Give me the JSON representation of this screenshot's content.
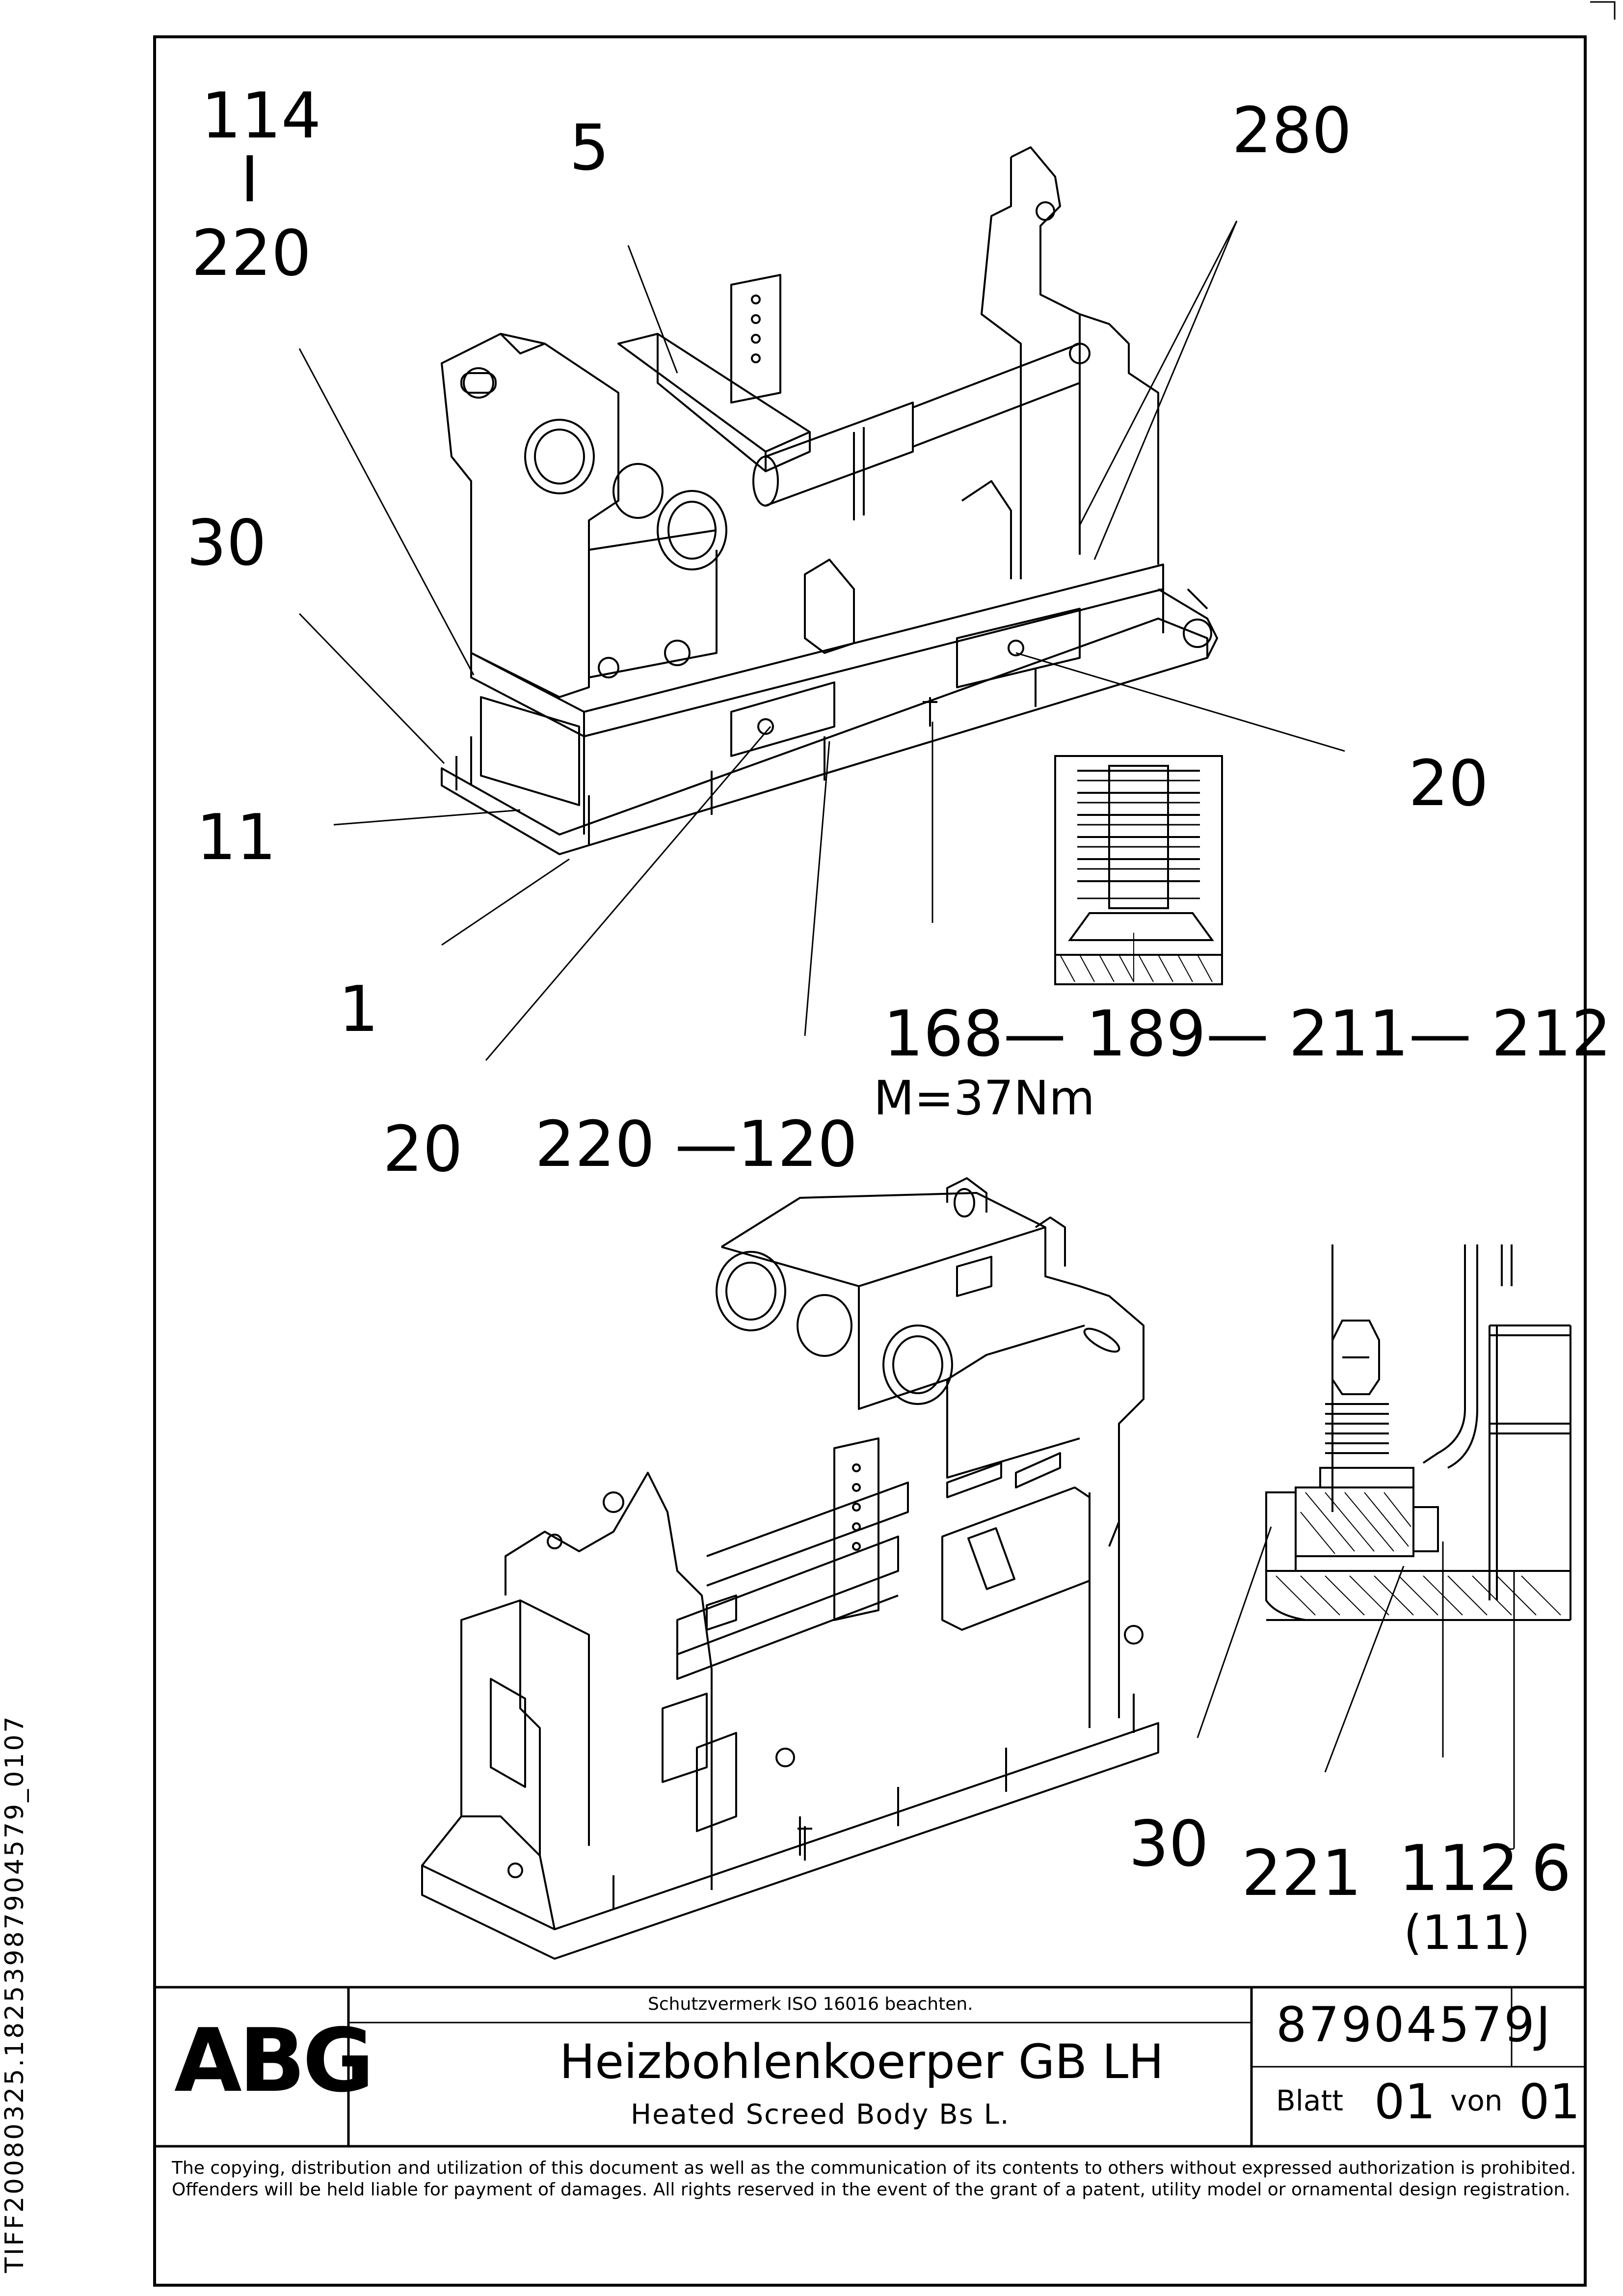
{
  "drawing": {
    "callouts_top": {
      "c114": "114",
      "c114_sep": "I",
      "c220a": "220",
      "c5": "5",
      "c280": "280",
      "c30a": "30",
      "c20a": "20",
      "c11": "11",
      "c1": "1",
      "c168": "168— 189— 211— 212",
      "torque": "M=37Nm",
      "c20b": "20",
      "c220b": "220 —120"
    },
    "callouts_bottom": {
      "c30b": "30",
      "c221": "221",
      "c112": "112",
      "c6": "6",
      "c111": "(111)"
    }
  },
  "title_block": {
    "company": "ABG",
    "notice_top": "Schutzvermerk ISO 16016 beachten.",
    "title_de": "Heizbohlenkoerper GB LH",
    "title_en": "Heated Screed Body Bs L.",
    "drawing_no": "87904579",
    "revision": "J",
    "sheet_label": "Blatt",
    "sheet_no": "01",
    "of_label": "von",
    "sheet_total": "01"
  },
  "copyright": "The copying, distribution and utilization of this document as well as the communication of its contents to others without expressed authorization is prohibited. Offenders will be held liable for payment of damages. All rights reserved in the event of the grant of a patent, utility model or ornamental design registration.",
  "side_id": "TIFF20080325.18253987904579_0107"
}
